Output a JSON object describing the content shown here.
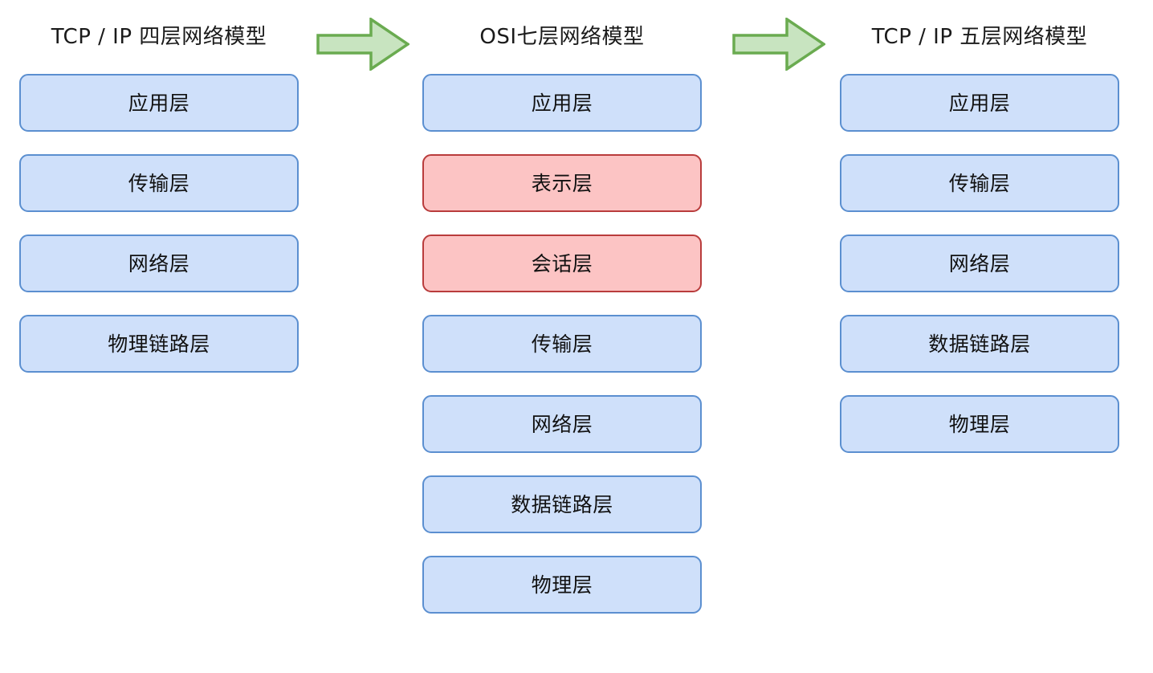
{
  "palette": {
    "box_fill_blue": "#cfe0fa",
    "box_border_blue": "#5b8fd0",
    "box_fill_red": "#fcc4c4",
    "box_border_red": "#b93c3c",
    "arrow_fill": "#c8e4c0",
    "arrow_border": "#6aab50",
    "background": "#ffffff",
    "text": "#111111"
  },
  "columns": [
    {
      "id": "tcpip-four-layer",
      "title": "TCP / IP 四层网络模型",
      "layers": [
        {
          "label": "应用层",
          "accent": "blue"
        },
        {
          "label": "传输层",
          "accent": "blue"
        },
        {
          "label": "网络层",
          "accent": "blue"
        },
        {
          "label": "物理链路层",
          "accent": "blue"
        }
      ]
    },
    {
      "id": "osi-seven-layer",
      "title": "OSI七层网络模型",
      "layers": [
        {
          "label": "应用层",
          "accent": "blue"
        },
        {
          "label": "表示层",
          "accent": "red"
        },
        {
          "label": "会话层",
          "accent": "red"
        },
        {
          "label": "传输层",
          "accent": "blue"
        },
        {
          "label": "网络层",
          "accent": "blue"
        },
        {
          "label": "数据链路层",
          "accent": "blue"
        },
        {
          "label": "物理层",
          "accent": "blue"
        }
      ]
    },
    {
      "id": "tcpip-five-layer",
      "title": "TCP / IP 五层网络模型",
      "layers": [
        {
          "label": "应用层",
          "accent": "blue"
        },
        {
          "label": "传输层",
          "accent": "blue"
        },
        {
          "label": "网络层",
          "accent": "blue"
        },
        {
          "label": "数据链路层",
          "accent": "blue"
        },
        {
          "label": "物理层",
          "accent": "blue"
        }
      ]
    }
  ],
  "arrows": [
    {
      "id": "arrow-left",
      "icon": "right-arrow-icon",
      "direction": "right"
    },
    {
      "id": "arrow-right",
      "icon": "right-arrow-icon",
      "direction": "right"
    }
  ]
}
